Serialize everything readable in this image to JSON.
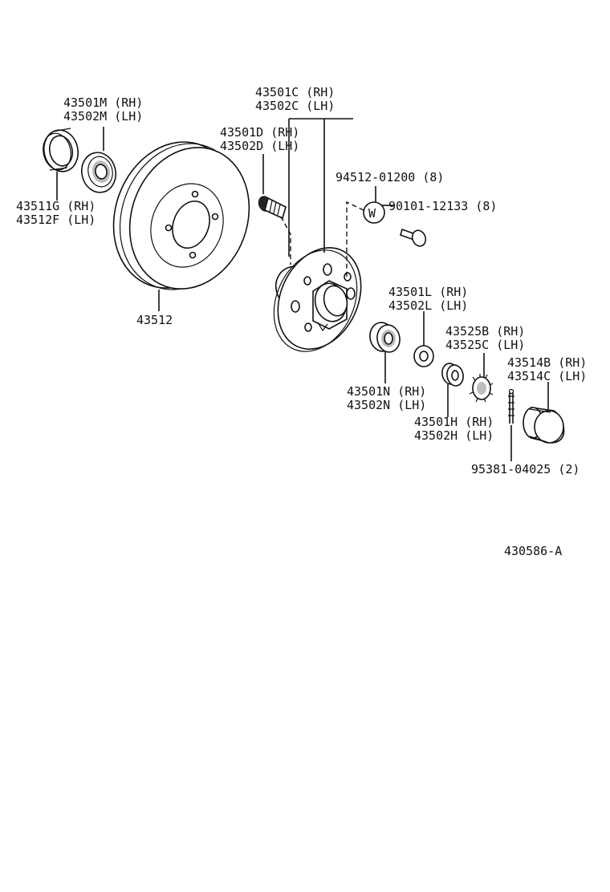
{
  "labels": {
    "hub_c_rh": "43501C (RH)",
    "hub_c_lh": "43502C (LH)",
    "seal_m_rh": "43501M (RH)",
    "seal_m_lh": "43502M (LH)",
    "bolt_d_rh": "43501D (RH)",
    "bolt_d_lh": "43502D (LH)",
    "bolt_qty": "94512-01200 (8)",
    "washer_qty": "90101-12133 (8)",
    "seal_g_rh": "43511G (RH)",
    "seal_f_lh": "43512F (LH)",
    "disc": "43512",
    "bearing_l_rh": "43501L (RH)",
    "bearing_l_lh": "43502L (LH)",
    "lock_b_rh": "43525B (RH)",
    "lock_c_lh": "43525C (LH)",
    "cap_b_rh": "43514B (RH)",
    "cap_c_lh": "43514C (LH)",
    "bearing_n_rh": "43501N (RH)",
    "bearing_n_lh": "43502N (LH)",
    "nut_h_rh": "43501H (RH)",
    "nut_h_lh": "43502H (LH)",
    "pin": "95381-04025 (2)",
    "diagram_id": "430586-A",
    "washer_mark": "W"
  }
}
